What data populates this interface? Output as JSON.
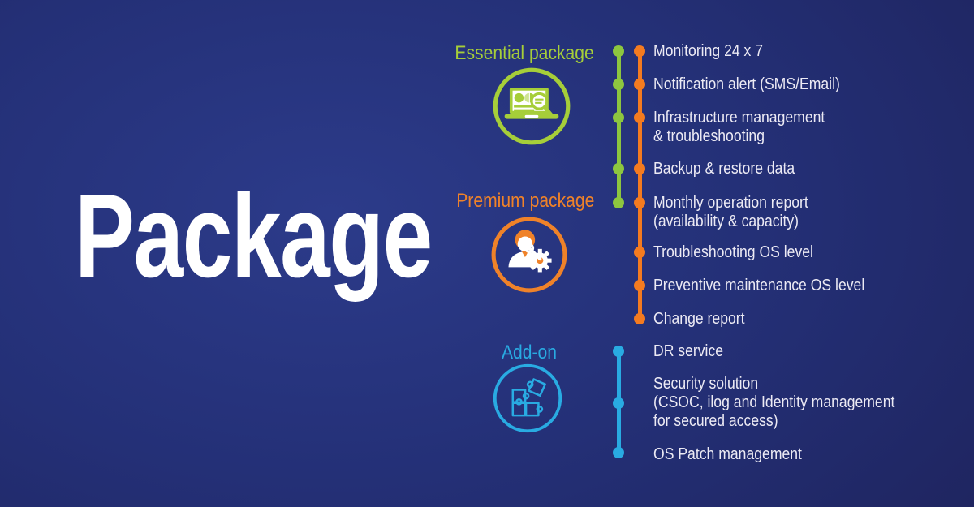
{
  "title": "Package",
  "colors": {
    "background_center": "#2c3b8a",
    "background_edge": "#1d2158",
    "essential_green": "#a6ce39",
    "essential_dot_green": "#8dc63f",
    "premium_orange": "#ef8229",
    "premium_dot_orange": "#f47b20",
    "addon_blue": "#29abe2",
    "feature_text": "#eceaf4",
    "title_text": "#ffffff"
  },
  "packages": [
    {
      "id": "essential",
      "label": "Essential package",
      "icon": "laptop-analytics-icon",
      "color": "#a6ce39",
      "features": [
        "Monitoring 24 x 7",
        "Notification alert (SMS/Email)",
        "Infrastructure management & troubleshooting",
        "Backup & restore data",
        "Monthly operation report (availability & capacity)"
      ]
    },
    {
      "id": "premium",
      "label": "Premium package",
      "icon": "support-engineer-icon",
      "color": "#ef8229",
      "features": [
        "Monitoring 24 x 7",
        "Notification alert (SMS/Email)",
        "Infrastructure management & troubleshooting",
        "Backup & restore data",
        "Monthly operation report (availability & capacity)",
        "Troubleshooting OS level",
        "Preventive maintenance OS level",
        "Change report"
      ]
    },
    {
      "id": "addon",
      "label": "Add-on",
      "icon": "puzzle-icon",
      "color": "#29abe2",
      "features": [
        "DR service",
        "Security solution (CSOC, ilog and Identity management for secured access)",
        "OS Patch management"
      ]
    }
  ],
  "features": [
    {
      "lines": [
        "Monitoring 24 x 7"
      ]
    },
    {
      "lines": [
        "Notification alert (SMS/Email)"
      ]
    },
    {
      "lines": [
        "Infrastructure management",
        "& troubleshooting"
      ]
    },
    {
      "lines": [
        "Backup & restore data"
      ]
    },
    {
      "lines": [
        "Monthly operation report",
        "(availability & capacity)"
      ]
    },
    {
      "lines": [
        "Troubleshooting OS level"
      ]
    },
    {
      "lines": [
        "Preventive maintenance OS level"
      ]
    },
    {
      "lines": [
        "Change report"
      ]
    },
    {
      "lines": [
        "DR service"
      ]
    },
    {
      "lines": [
        "Security solution",
        "(CSOC, ilog and Identity management",
        "for secured access)"
      ]
    },
    {
      "lines": [
        "OS Patch management"
      ]
    }
  ]
}
